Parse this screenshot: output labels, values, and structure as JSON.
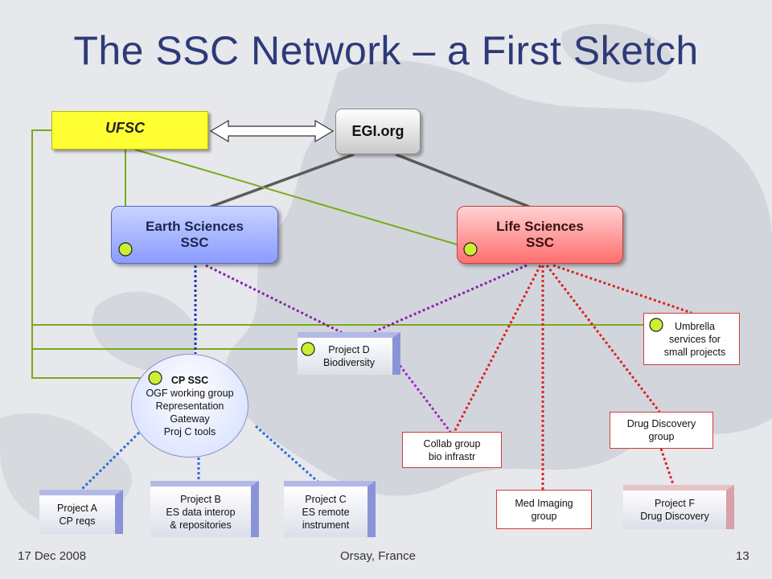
{
  "title": "The SSC Network – a First Sketch",
  "nodes": {
    "ufsc": "UFSC",
    "egi": "EGI.org",
    "earth": [
      "Earth Sciences",
      "SSC"
    ],
    "life": [
      "Life Sciences",
      "SSC"
    ],
    "cp": [
      "CP SSC",
      "OGF working group",
      "Representation",
      "Gateway",
      "Proj C tools"
    ],
    "project_a": [
      "Project A",
      "CP reqs"
    ],
    "project_b": [
      "Project B",
      "ES data interop",
      "& repositories"
    ],
    "project_c": [
      "Project C",
      "ES remote",
      "instrument"
    ],
    "project_d": [
      "Project D",
      "Biodiversity"
    ],
    "umbrella": [
      "Umbrella",
      "services for",
      "small projects"
    ],
    "collab": [
      "Collab group",
      "bio infrastr"
    ],
    "drug_group": [
      "Drug Discovery",
      "group"
    ],
    "med_imaging": [
      "Med Imaging",
      "group"
    ],
    "project_f": [
      "Project F",
      "Drug Discovery"
    ]
  },
  "footer": {
    "date": "17 Dec 2008",
    "location": "Orsay, France",
    "page": "13"
  },
  "colors": {
    "title": "#2e3a78",
    "ufsc_links": "#7aaa1a",
    "egi_links": "#5a5a5a",
    "earth_links": "#2233bb",
    "life_links": "#dd2222",
    "cross_links": "#8822aa",
    "connector_dot": "#ccee33"
  }
}
